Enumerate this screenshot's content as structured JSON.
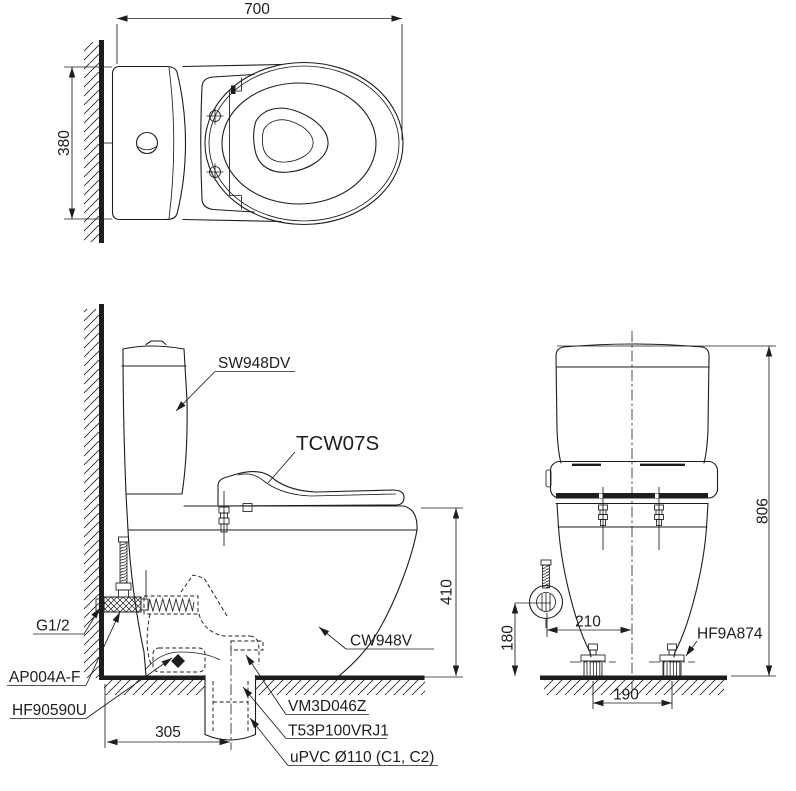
{
  "drawing_title": "toilet-installation-drawing",
  "colors": {
    "ink": "#1d1d1d",
    "background": "#ffffff"
  },
  "top_view": {
    "width_dim": "700",
    "depth_dim": "380"
  },
  "side_view": {
    "cistern_label": "SW948DV",
    "washlet_label": "TCW07S",
    "bowl_label": "CW948V",
    "supply_thread_label": "G1/2",
    "angle_valve_label": "AP004A-F",
    "floor_fixing_label": "HF90590U",
    "outlet_socket_label": "VM3D046Z",
    "outlet_joint_label": "T53P100VRJ1",
    "drain_pipe_label": "uPVC Ø110 (C1, C2)",
    "seat_height_dim": "410",
    "outlet_offset_dim": "305"
  },
  "front_view": {
    "foot_cap_label": "HF9A874",
    "total_height_dim": "806",
    "valve_height_dim": "180",
    "valve_offset_dim": "210",
    "bolt_spacing_dim": "190"
  }
}
